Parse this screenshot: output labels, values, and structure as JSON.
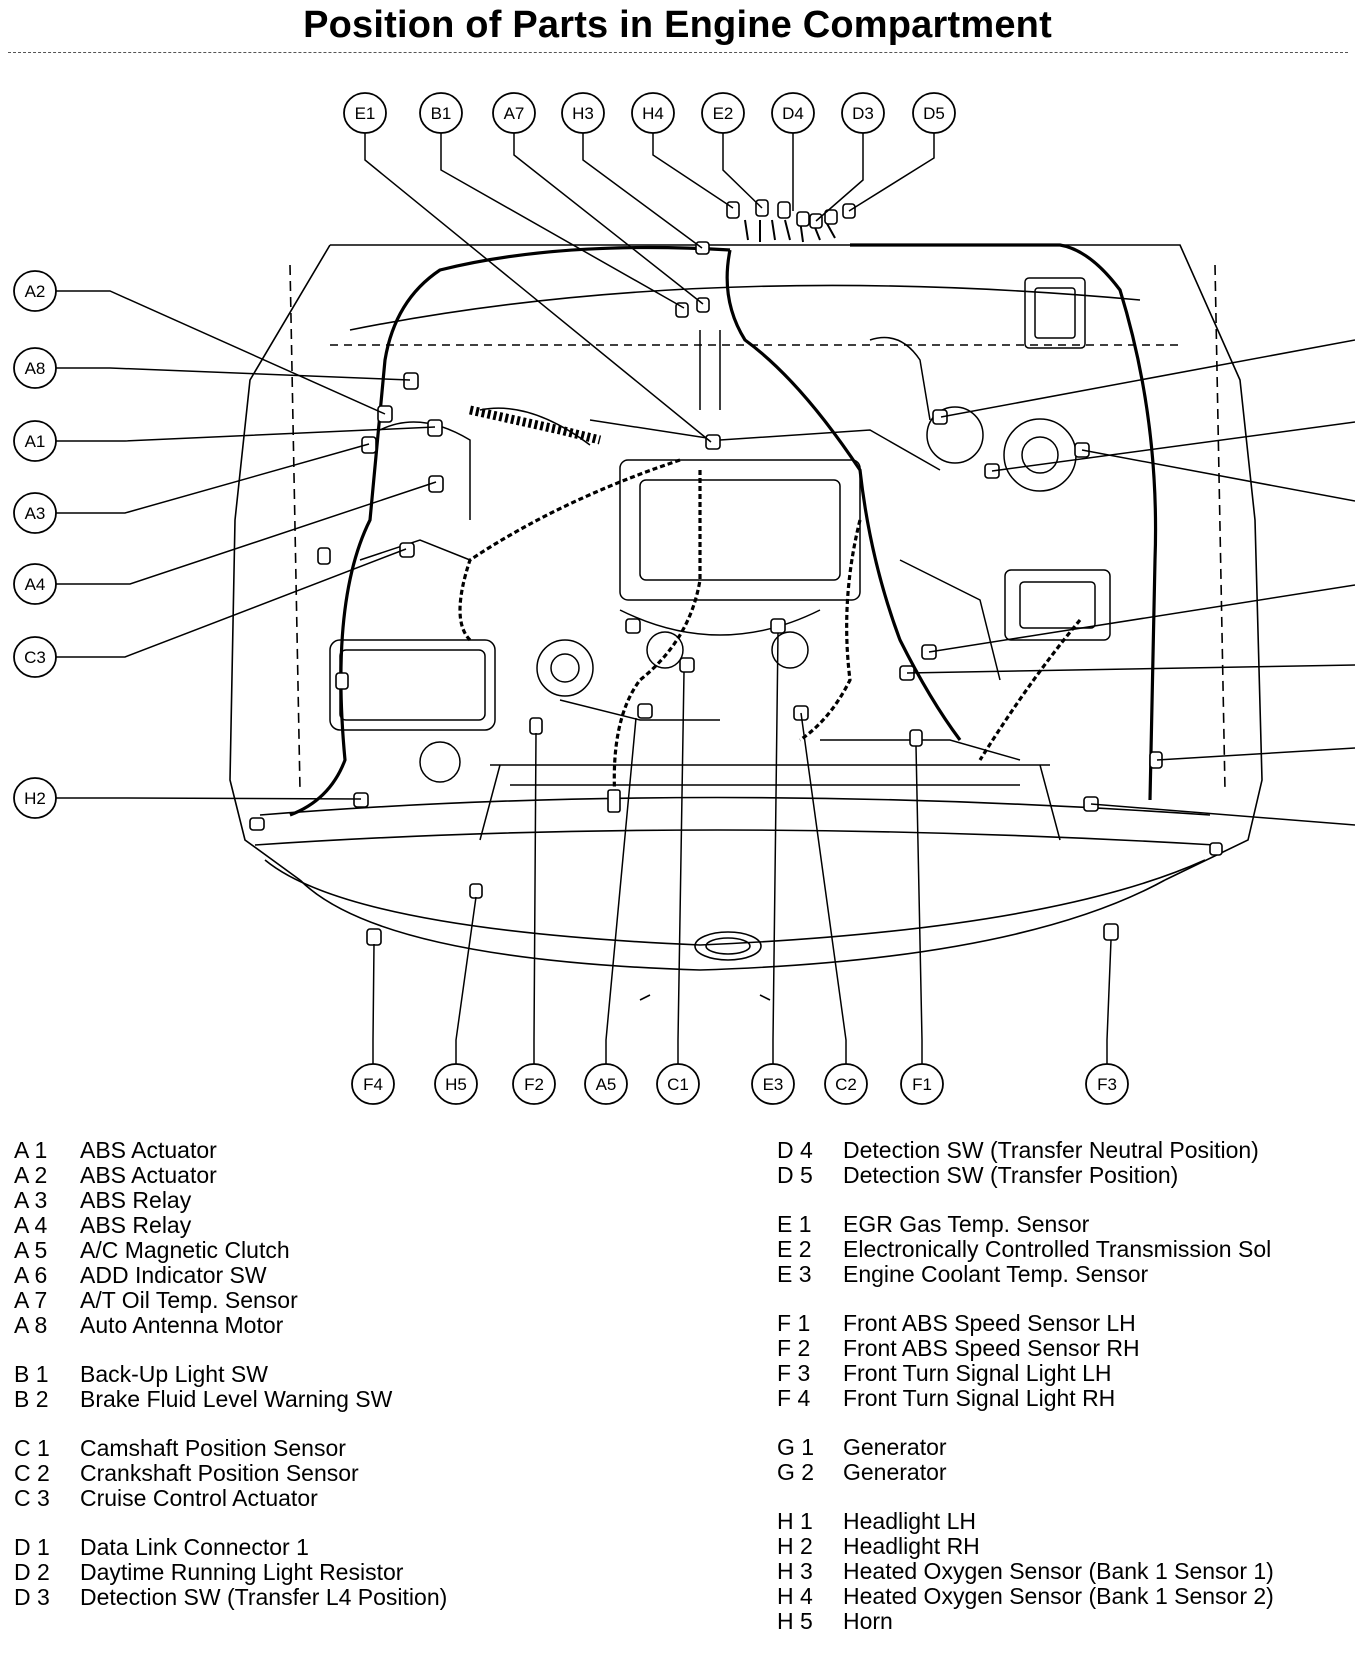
{
  "title": "Position of Parts in Engine Compartment",
  "callouts": {
    "top": [
      "E1",
      "B1",
      "A7",
      "H3",
      "H4",
      "E2",
      "D4",
      "D3",
      "D5"
    ],
    "left": [
      "A2",
      "A8",
      "A1",
      "A3",
      "A4",
      "C3",
      "H2"
    ],
    "bottom": [
      "F4",
      "H5",
      "F2",
      "A5",
      "C1",
      "E3",
      "C2",
      "F1",
      "F3"
    ]
  },
  "legend": {
    "left": [
      [
        {
          "code": "A 1",
          "name": "ABS Actuator"
        },
        {
          "code": "A 2",
          "name": "ABS Actuator"
        },
        {
          "code": "A 3",
          "name": "ABS Relay"
        },
        {
          "code": "A 4",
          "name": "ABS Relay"
        },
        {
          "code": "A 5",
          "name": "A/C Magnetic Clutch"
        },
        {
          "code": "A 6",
          "name": "ADD Indicator SW"
        },
        {
          "code": "A 7",
          "name": "A/T Oil Temp. Sensor"
        },
        {
          "code": "A 8",
          "name": "Auto Antenna Motor"
        }
      ],
      [
        {
          "code": "B 1",
          "name": "Back-Up Light SW"
        },
        {
          "code": "B 2",
          "name": "Brake Fluid Level Warning SW"
        }
      ],
      [
        {
          "code": "C 1",
          "name": "Camshaft Position Sensor"
        },
        {
          "code": "C 2",
          "name": "Crankshaft Position Sensor"
        },
        {
          "code": "C 3",
          "name": "Cruise Control Actuator"
        }
      ],
      [
        {
          "code": "D 1",
          "name": "Data Link Connector 1"
        },
        {
          "code": "D 2",
          "name": "Daytime Running Light Resistor"
        },
        {
          "code": "D 3",
          "name": "Detection SW (Transfer L4 Position)"
        }
      ]
    ],
    "right": [
      [
        {
          "code": "D 4",
          "name": "Detection SW (Transfer Neutral Position)"
        },
        {
          "code": "D 5",
          "name": "Detection SW (Transfer Position)"
        }
      ],
      [
        {
          "code": "E 1",
          "name": "EGR Gas Temp. Sensor"
        },
        {
          "code": "E 2",
          "name": "Electronically Controlled Transmission Sol"
        },
        {
          "code": "E 3",
          "name": "Engine Coolant Temp. Sensor"
        }
      ],
      [
        {
          "code": "F 1",
          "name": "Front ABS Speed Sensor LH"
        },
        {
          "code": "F 2",
          "name": "Front ABS Speed Sensor RH"
        },
        {
          "code": "F 3",
          "name": "Front Turn Signal Light LH"
        },
        {
          "code": "F 4",
          "name": "Front Turn Signal Light RH"
        }
      ],
      [
        {
          "code": "G 1",
          "name": "Generator"
        },
        {
          "code": "G 2",
          "name": "Generator"
        }
      ],
      [
        {
          "code": "H 1",
          "name": "Headlight LH"
        },
        {
          "code": "H 2",
          "name": "Headlight RH"
        },
        {
          "code": "H 3",
          "name": "Heated Oxygen Sensor (Bank 1 Sensor 1)"
        },
        {
          "code": "H 4",
          "name": "Heated Oxygen Sensor (Bank 1 Sensor 2)"
        },
        {
          "code": "H 5",
          "name": "Horn"
        }
      ]
    ]
  }
}
